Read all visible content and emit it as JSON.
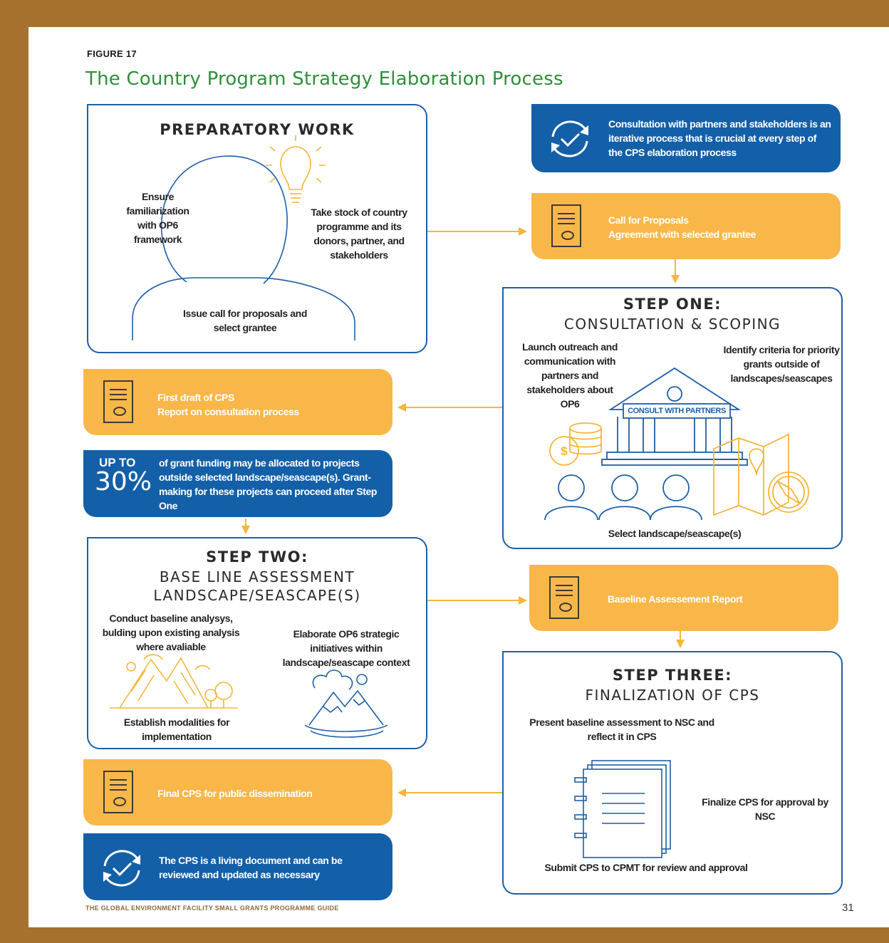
{
  "figure": {
    "label": "FIGURE 17",
    "title": "The Country Program Strategy Elaboration Process"
  },
  "preparatory": {
    "heading": "PREPARATORY WORK",
    "item_familiarization": "Ensure familiarization with OP6 framework",
    "item_stock": "Take stock of country programme and its donors, partner, and stakeholders",
    "item_call": "Issue call for proposals and select grantee"
  },
  "consultation_note": {
    "text": "Consultation with partners and stakeholders is an iterative process that is crucial at every step of the CPS elaboration process"
  },
  "call_for_proposals": {
    "line1": "Call for Proposals",
    "line2": "Agreement with selected grantee"
  },
  "step_one": {
    "heading": "STEP ONE:",
    "subheading": "CONSULTATION & SCOPING",
    "item_outreach": "Launch outreach and communication with partners and stakeholders about OP6",
    "item_criteria": "Identify criteria for priority grants outside of landscapes/seascapes",
    "building_label": "CONSULT WITH PARTNERS",
    "item_select": "Select landscape/seascape(s)"
  },
  "first_draft": {
    "line1": "First draft of CPS",
    "line2": "Report on consultation process"
  },
  "funding_note": {
    "up_to": "UP TO",
    "percent": "30%",
    "text": "of grant funding may be allocated to projects outside selected landscape/seascape(s). Grant-making for these projects can proceed after Step One"
  },
  "step_two": {
    "heading": "STEP TWO:",
    "subheading1": "BASE LINE ASSESSMENT",
    "subheading2": "LANDSCAPE/SEASCAPE(S)",
    "item_baseline": "Conduct baseline analysys, bulding upon existing analysis where avaliable",
    "item_elaborate": "Elaborate OP6 strategic initiatives within landscape/seascape context",
    "item_modalities": "Establish modalities for implementation"
  },
  "baseline_report": {
    "text": "Baseline Assessement Report"
  },
  "step_three": {
    "heading": "STEP THREE:",
    "subheading": "FINALIZATION OF CPS",
    "item_present": "Present baseline assessment to NSC and reflect it in CPS",
    "item_finalize": "Finalize CPS for approval by NSC",
    "item_submit": "Submit CPS to CPMT for review and approval"
  },
  "final_cps": {
    "text": "Final CPS for public dissemination"
  },
  "living_doc": {
    "text": "The CPS is a living document and can be reviewed and updated as necessary"
  },
  "footer": {
    "text": "THE GLOBAL ENVIRONMENT FACILITY SMALL GRANTS PROGRAMME GUIDE",
    "page_number": "31"
  },
  "colors": {
    "frame": "#a6712e",
    "title_green": "#2f8f3a",
    "box_blue": "#1d5fa6",
    "note_blue": "#1460a8",
    "note_yellow": "#f9b74a",
    "icon_yellow": "#f5b63a"
  }
}
